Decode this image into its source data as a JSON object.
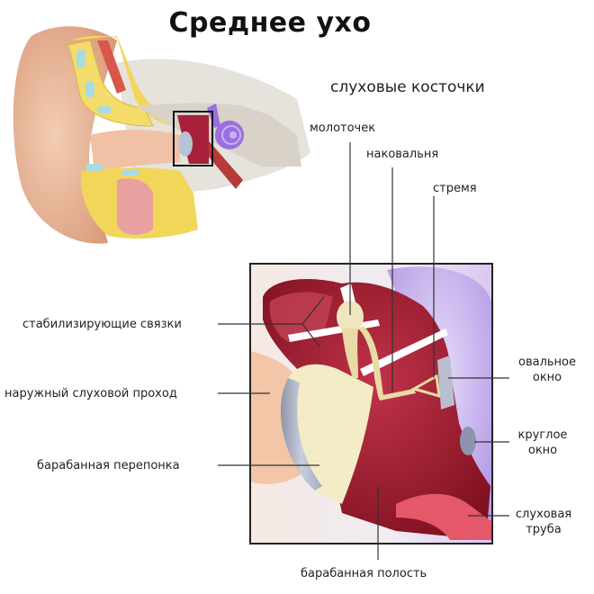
{
  "title": "Среднее ухо",
  "subtitle": "слуховые косточки",
  "labels": {
    "malleus": "молоточек",
    "incus": "наковальня",
    "stapes": "стремя",
    "ligaments": "стабилизирующие связки",
    "ear_canal": "наружный слуховой проход",
    "eardrum": "барабанная перепонка",
    "oval_window_1": "овальное",
    "oval_window_2": "окно",
    "round_window_1": "круглое",
    "round_window_2": "окно",
    "eustachian_1": "слуховая",
    "eustachian_2": "труба",
    "tympanic_cavity": "барабанная полость"
  },
  "colors": {
    "skin": "#e8b99a",
    "bone_yellow": "#f2d65a",
    "cavity_red": "#9e1b2c",
    "membrane_grey": "#b9bfd0",
    "cochlea_purple": "#9a6fe0",
    "ossicle_cream": "#efe6bf",
    "frame": "#222222"
  }
}
